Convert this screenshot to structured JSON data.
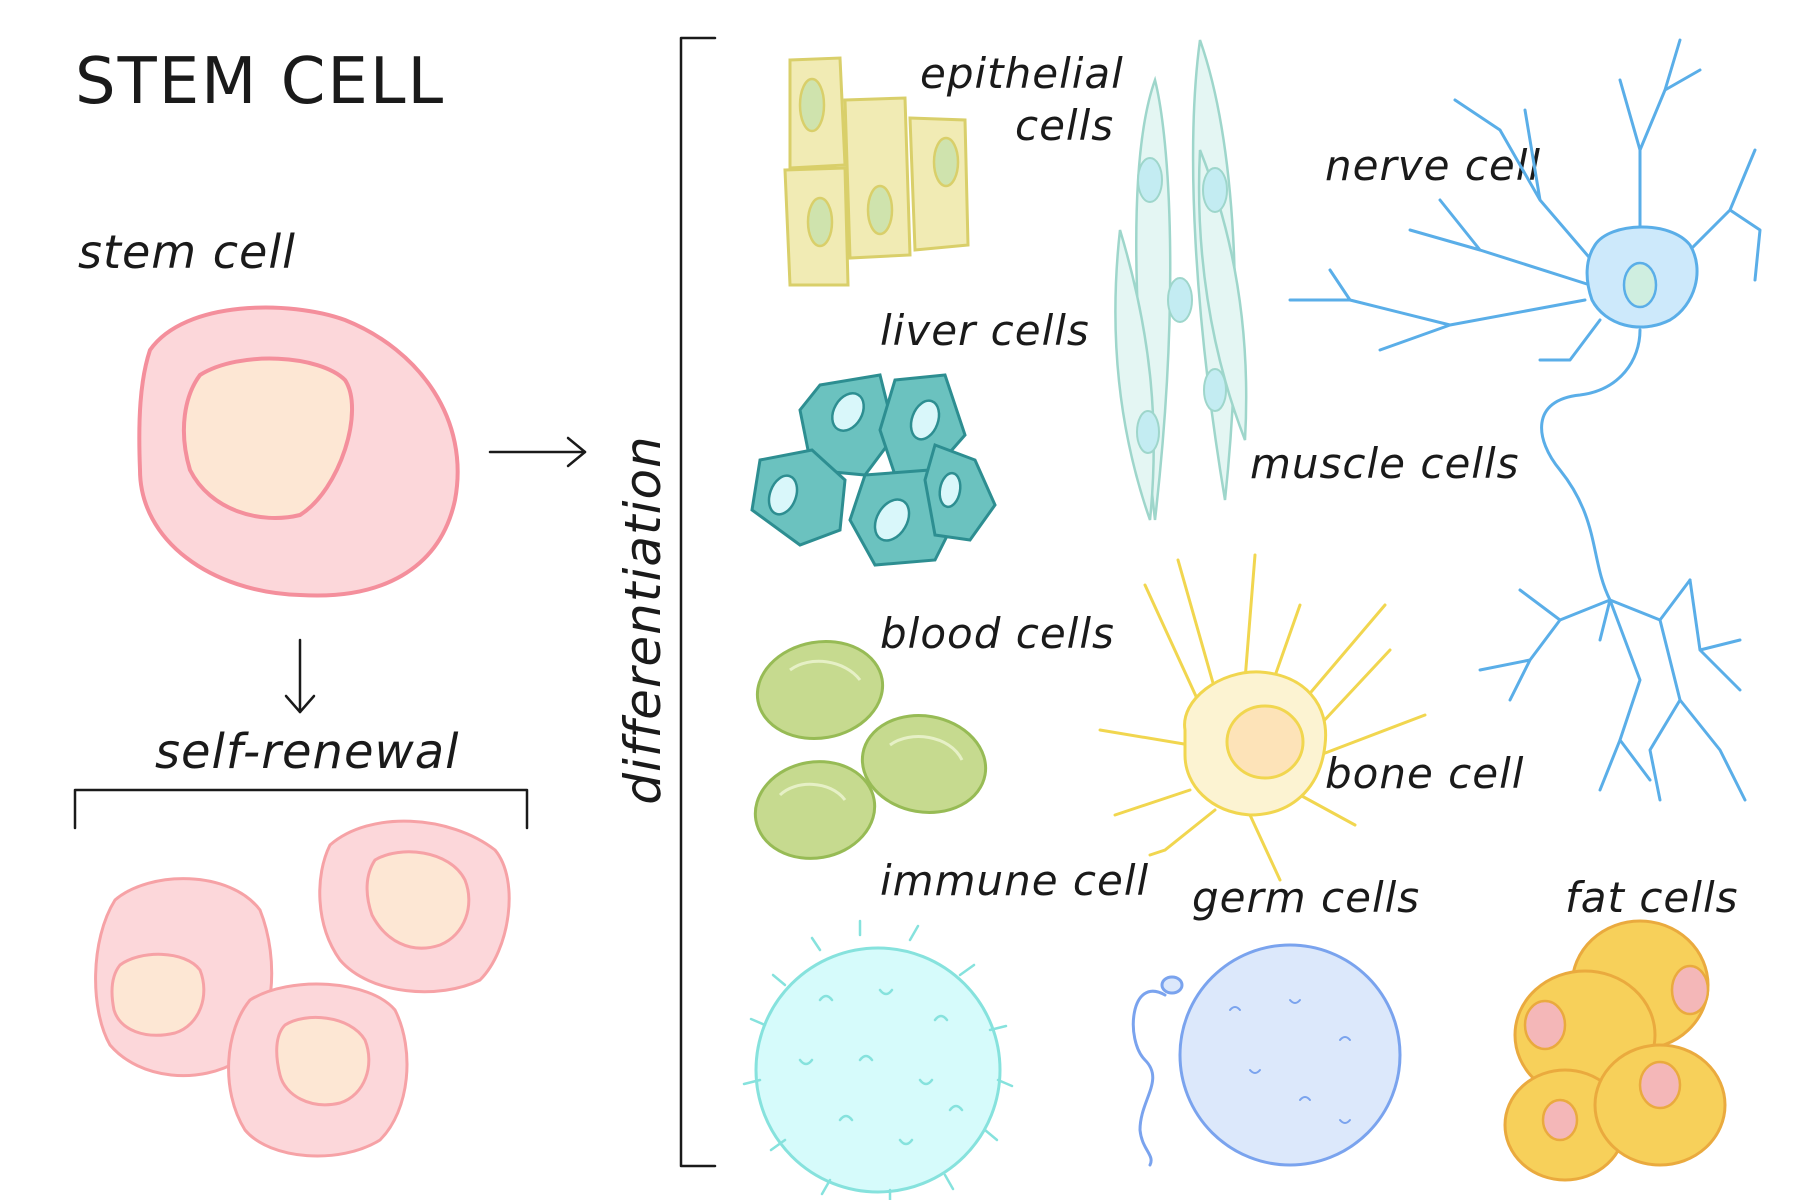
{
  "title": "STEM CELL",
  "labels": {
    "stem_cell": "stem cell",
    "self_renewal": "self-renewal",
    "differentiation": "differentiation",
    "epithelial_line1": "epithelial",
    "epithelial_line2": "cells",
    "liver": "liver cells",
    "blood": "blood cells",
    "immune": "immune cell",
    "muscle": "muscle cells",
    "nerve": "nerve cell",
    "bone": "bone cell",
    "germ": "germ cells",
    "fat": "fat cells"
  },
  "colors": {
    "stem_fill": "#fcd7da",
    "stem_stroke": "#f48f9c",
    "nucleus_fill": "#fde7d4",
    "epithelial_fill": "#f1ebb4",
    "epithelial_stroke": "#d9cf6a",
    "epithelial_nucleus": "#cfe3ad",
    "liver_fill": "#6bc2bf",
    "liver_stroke": "#2d8e91",
    "liver_nucleus": "#d9f7fa",
    "blood_fill": "#c6da8f",
    "blood_stroke": "#97bb55",
    "immune_fill": "#d6fbfb",
    "immune_stroke": "#86e2dd",
    "muscle_fill": "#e4f6f3",
    "muscle_stroke": "#9ed6cb",
    "muscle_nucleus": "#c3ecf2",
    "nerve_stroke": "#5aaee8",
    "nerve_fill": "#cde9fb",
    "bone_fill": "#fcf3d2",
    "bone_stroke": "#f1d64f",
    "bone_nucleus": "#fde3b8",
    "germ_fill": "#dce8fb",
    "germ_stroke": "#7aa3ee",
    "fat_fill": "#f7d05a",
    "fat_stroke": "#eaaa3e",
    "fat_nucleus": "#f4b7b8"
  }
}
